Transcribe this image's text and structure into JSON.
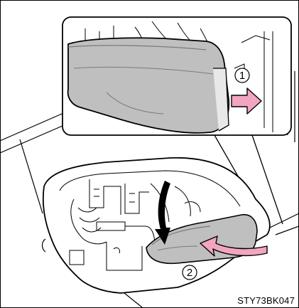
{
  "figure": {
    "code": "STY73BK047",
    "steps": [
      {
        "label": "1",
        "action": "arrow-right"
      },
      {
        "label": "2",
        "action": "curved-arrow-left"
      }
    ],
    "colors": {
      "arrow": "#f2a5c0",
      "arrow_outline": "#000000",
      "lamp_fill": "#bfbfbf",
      "lamp_dark": "#7a7a7a",
      "line": "#000000"
    }
  }
}
